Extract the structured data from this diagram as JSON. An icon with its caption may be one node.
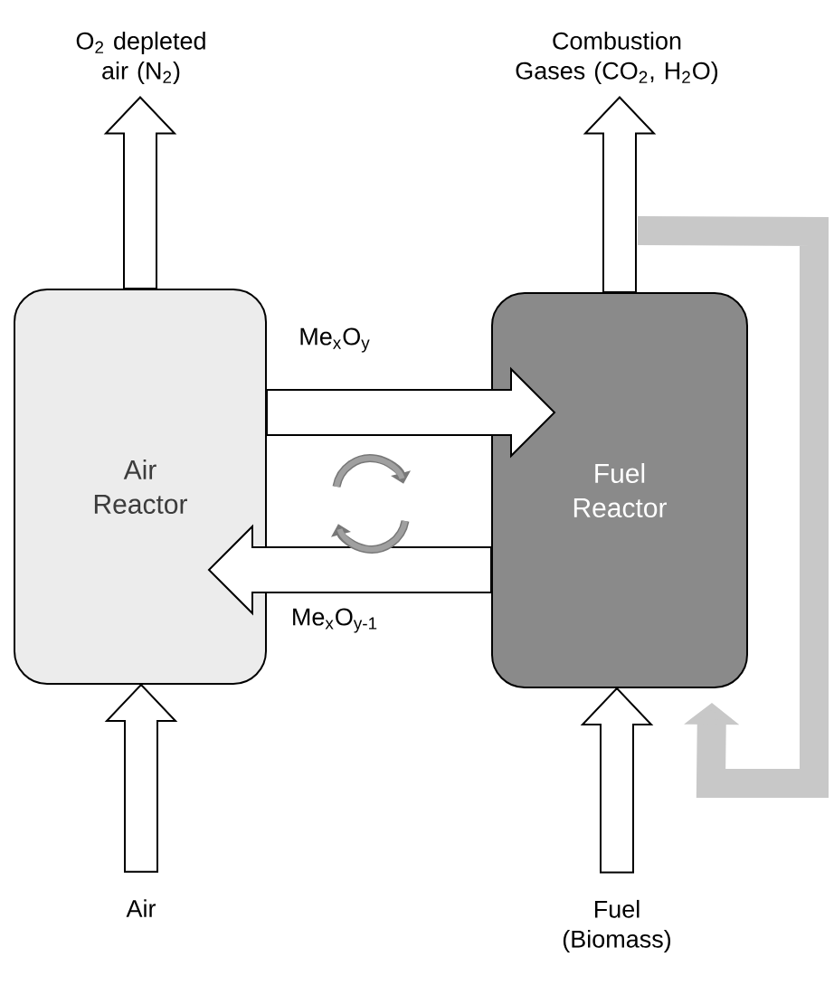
{
  "diagram": {
    "nodes": [
      {
        "text": [
          "O$_{2}$ depleted air (N$_{2}$)"
        ]
      },
      {
        "text": [
          "Combustion Gases (CO$_{2}$, H$_{2}$O)"
        ]
      },
      {
        "text": [
          "Air Reactor"
        ]
      },
      {
        "text": [
          "Fuel Reactor"
        ]
      },
      {
        "text": [
          "Air"
        ]
      },
      {
        "text": [
          "Fuel (Biomass)"
        ]
      }
    ],
    "edges": [
      {
        "from": 2,
        "to": 0,
        "arrow": "to"
      },
      {
        "from": 3,
        "to": 1,
        "arrow": "to"
      },
      {
        "from": 2,
        "to": 3,
        "arrow": "to",
        "label": "Me$_{x}$O$_{y}$"
      },
      {
        "from": 3,
        "to": 2,
        "arrow": "to",
        "label": "Me$_{x}$O$_{y-1}$"
      },
      {
        "from": 4,
        "to": 2,
        "arrow": "to"
      },
      {
        "from": 5,
        "to": 3,
        "arrow": "to"
      },
      {
        "from": 3,
        "to": 3,
        "arrow": "to",
        "color": "#c8c8c8"
      }
    ]
  }
}
